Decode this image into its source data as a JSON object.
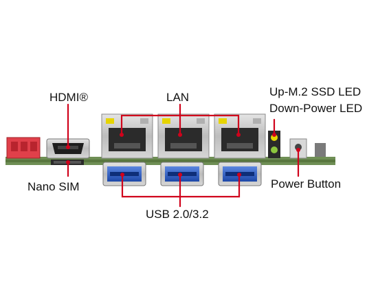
{
  "labels": {
    "hdmi": "HDMI®",
    "lan": "LAN",
    "led_up": "Up-M.2 SSD LED",
    "led_down": "Down-Power LED",
    "nano_sim": "Nano SIM",
    "power_button": "Power Button",
    "usb": "USB 2.0/3.2"
  },
  "colors": {
    "callout": "#d0021b",
    "board": "#6f8f55",
    "usb_blue": "#2a5fc8",
    "rj45_metal": "#c9c9c9",
    "connector_red": "#e0404a"
  }
}
